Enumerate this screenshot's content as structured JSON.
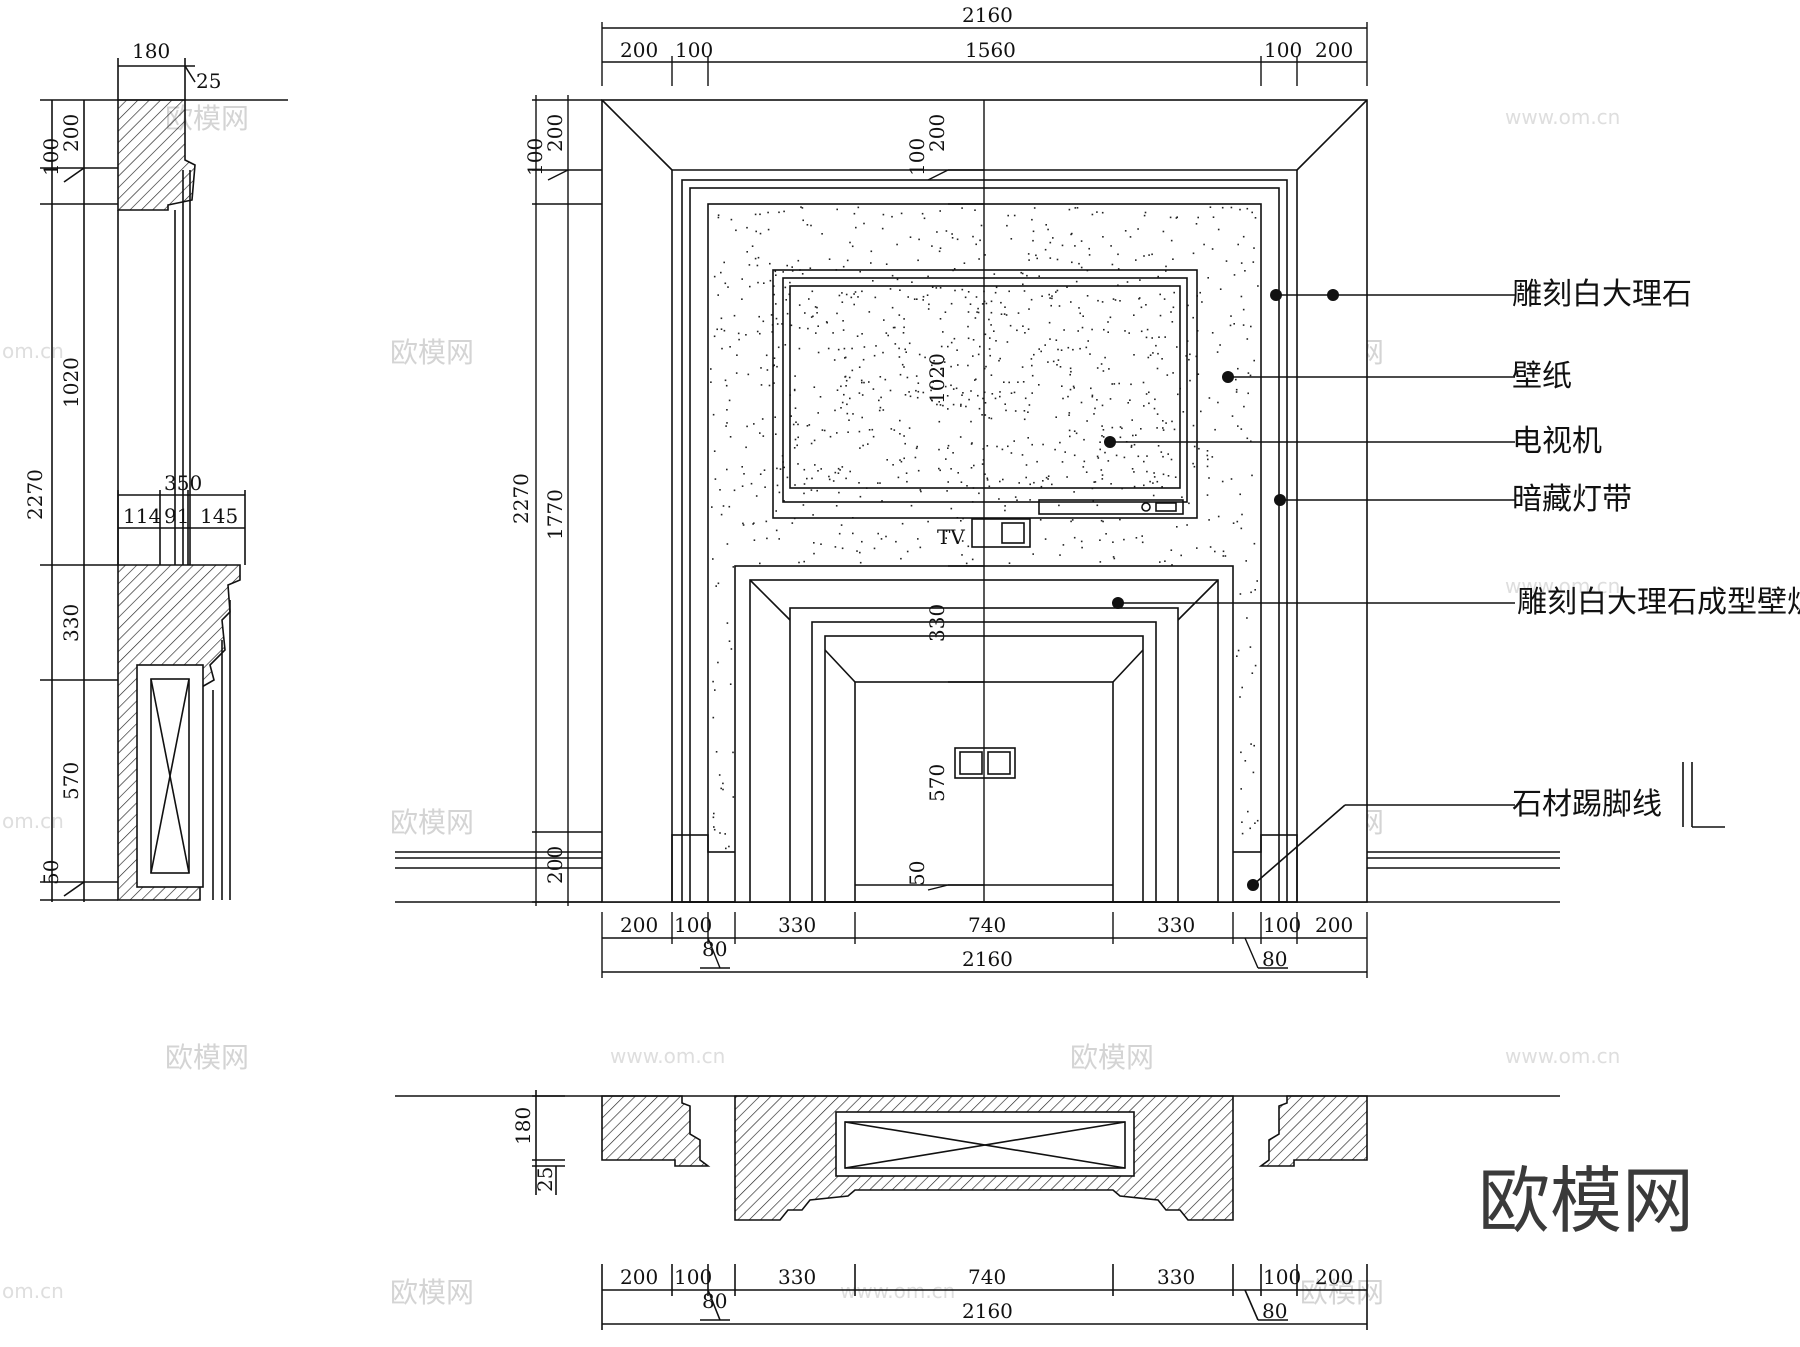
{
  "drawing": {
    "labels": {
      "carved_marble": "雕刻白大理石",
      "wallpaper": "壁纸",
      "tv": "电视机",
      "hidden_light": "暗藏灯带",
      "fireplace": "雕刻白大理石成型壁炉",
      "baseboard": "石材踢脚线"
    },
    "tv_mark": "TV",
    "top_dims": {
      "total": "2160",
      "row": [
        "200",
        "100",
        "1560",
        "100",
        "200"
      ]
    },
    "bottom_dims": {
      "row": [
        "200",
        "100",
        "330",
        "740",
        "330",
        "100",
        "200"
      ],
      "total": "2160",
      "left_small": "80",
      "right_small": "80"
    },
    "plan_dims": {
      "row": [
        "200",
        "100",
        "330",
        "740",
        "330",
        "100",
        "200"
      ],
      "total": "2160",
      "left_small": "80",
      "right_small": "80",
      "depth": "180",
      "depth_small": "25"
    },
    "elevation_left_dims": {
      "total": "2270",
      "main": "1770",
      "top": "200",
      "top_small": "100",
      "bottom": "200"
    },
    "elevation_center_dims": {
      "top": "200",
      "top_small": "100",
      "panel": "1020",
      "mantel": "330",
      "opening": "570",
      "base": "50"
    },
    "section_dims": {
      "width": "180",
      "width_small": "25",
      "total": "2270",
      "top": "200",
      "top_small": "100",
      "panel": "1020",
      "mantel": "330",
      "opening": "570",
      "base": "50",
      "mantel_width": "350",
      "mantel_parts": [
        "114",
        "91",
        "145"
      ]
    }
  },
  "watermark": {
    "brand": "欧模网",
    "url": "www.om.cn",
    "url_short": "om.cn"
  },
  "logo": "欧模网"
}
